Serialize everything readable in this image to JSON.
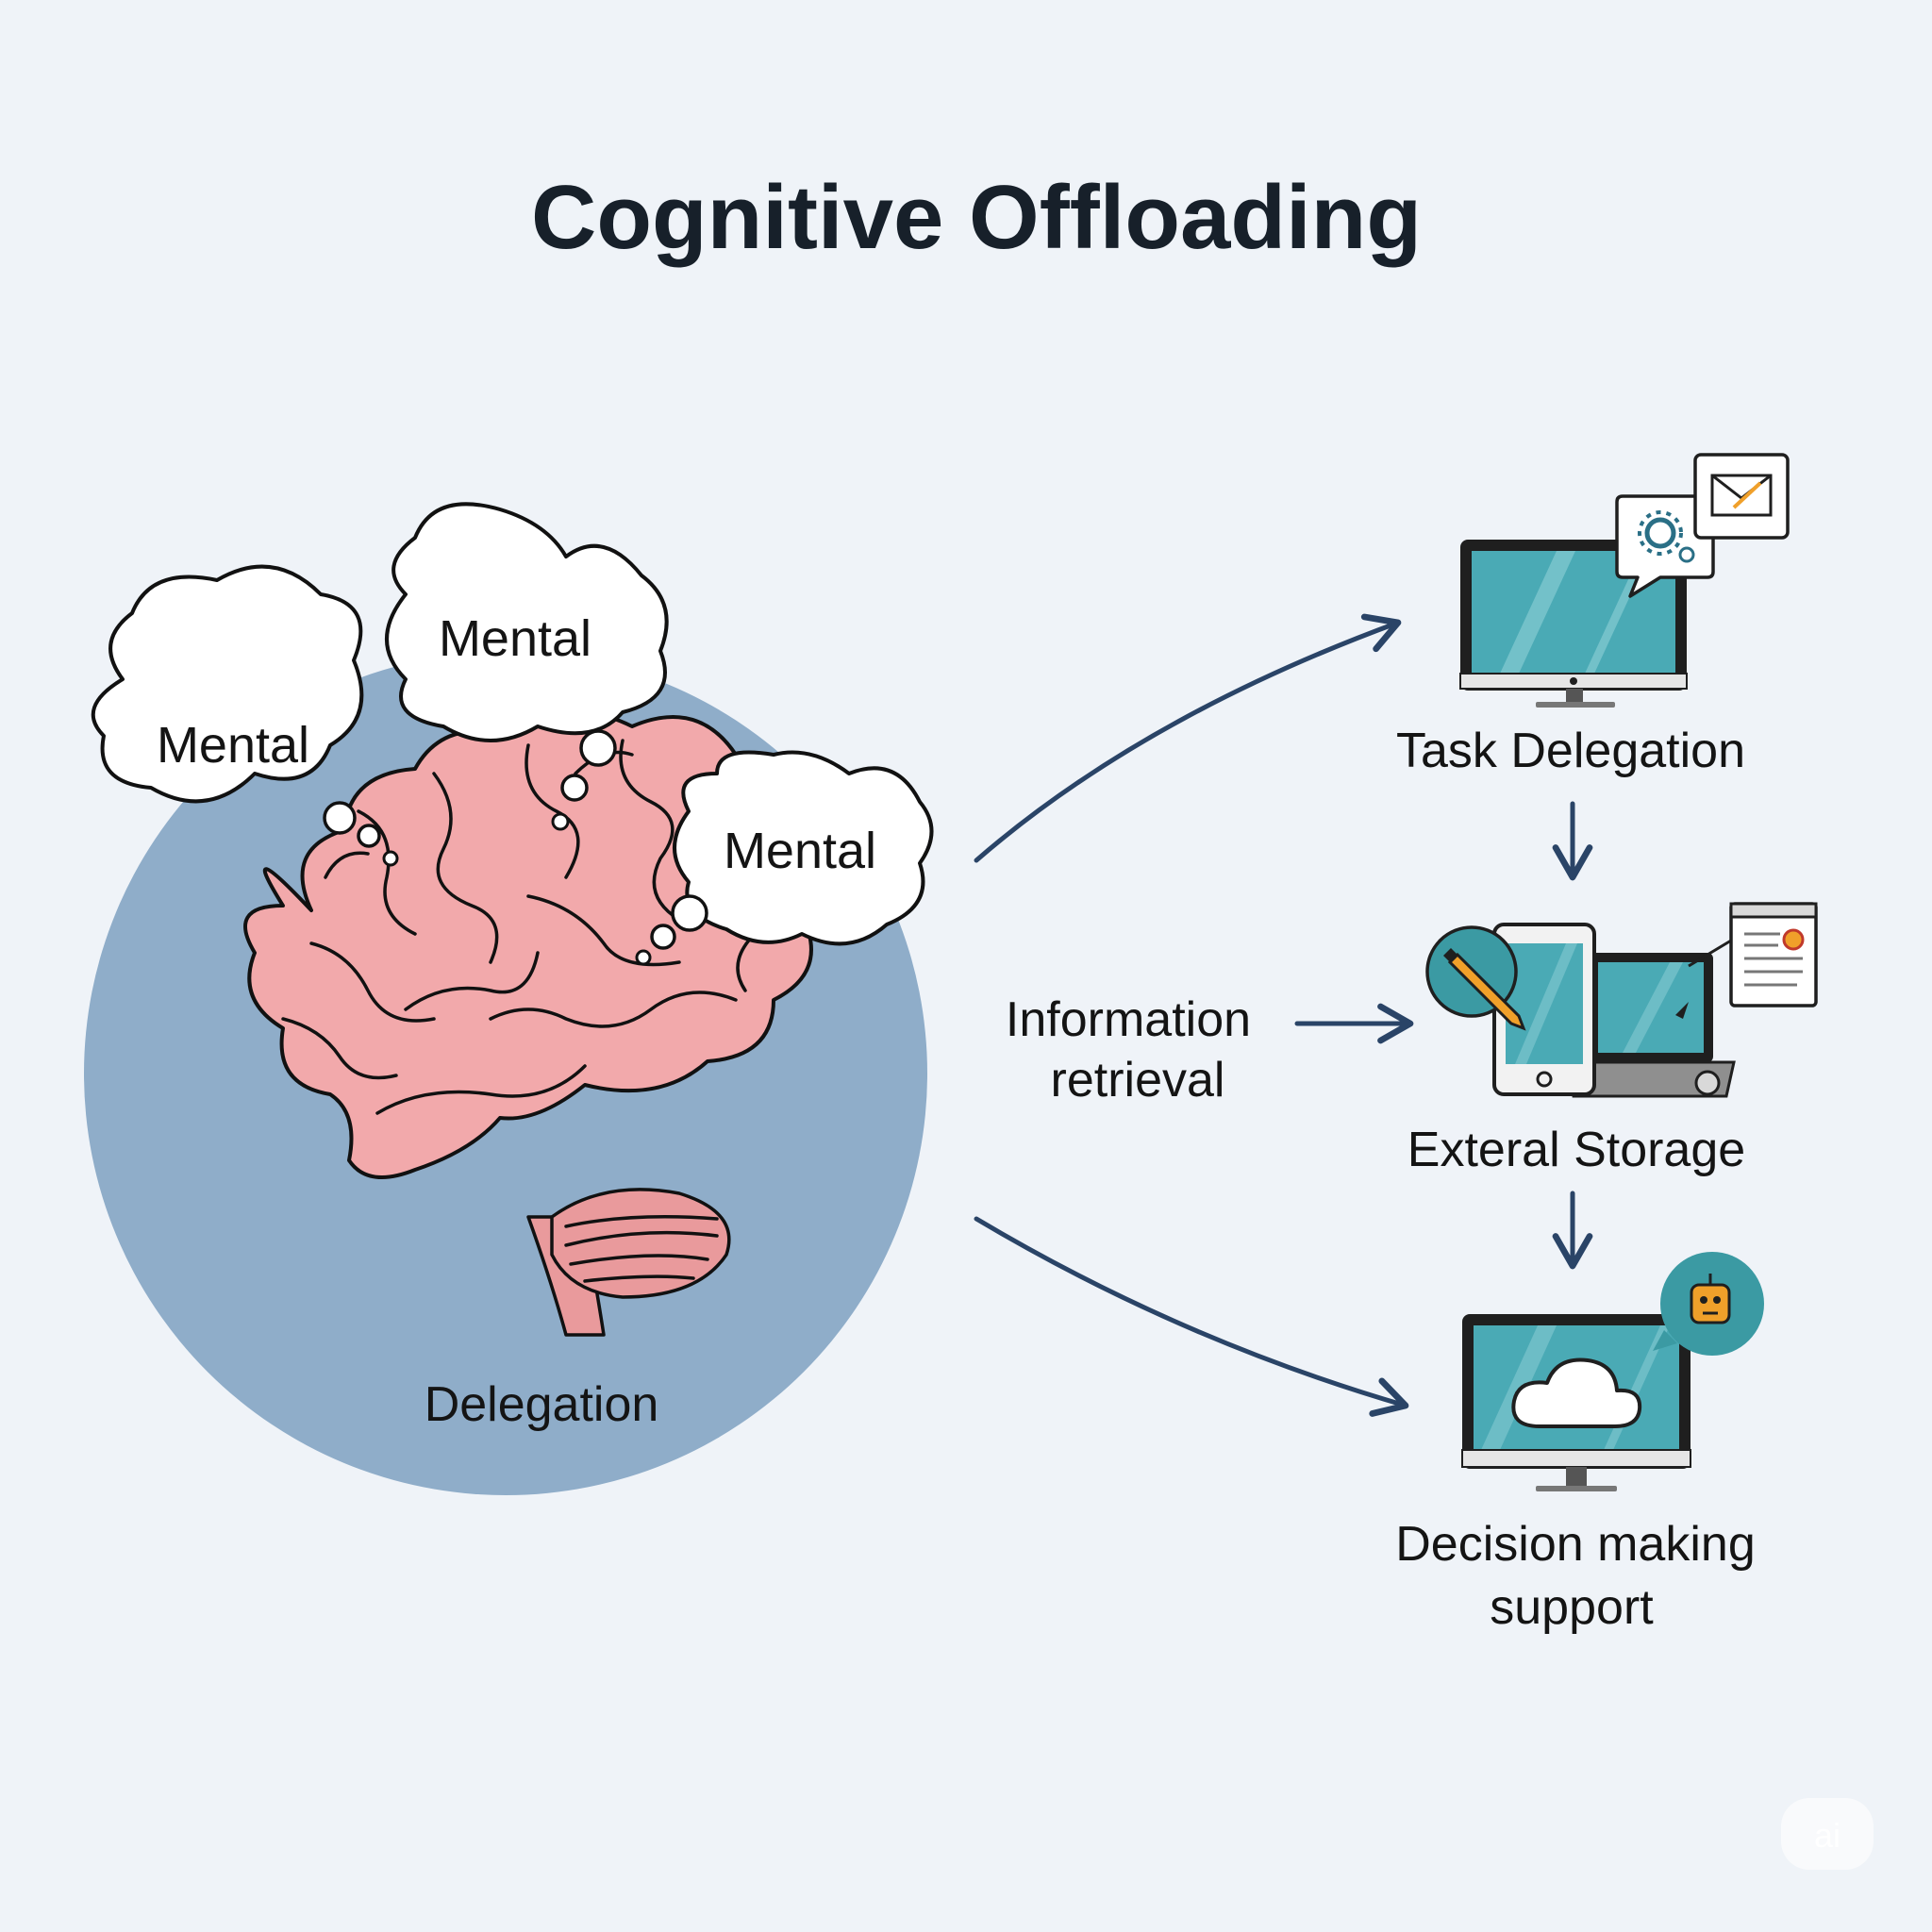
{
  "title": "Cognitive Offloading",
  "clouds": [
    "Mental",
    "Mental",
    "Mental"
  ],
  "brain_circle_label": "Delegation",
  "middle_label": [
    "Information",
    "retrieval"
  ],
  "nodes": {
    "task": "Task Delegation",
    "storage": "Exteral Storage",
    "decision": [
      "Decision making",
      "support"
    ]
  },
  "watermark": "ai",
  "colors": {
    "background": "#eff3f8",
    "circle": "#8fadc9",
    "brain": "#f2a9ab",
    "screen": "#4aaab5",
    "arrow": "#2a4467",
    "accent_orange": "#f0a02a"
  }
}
